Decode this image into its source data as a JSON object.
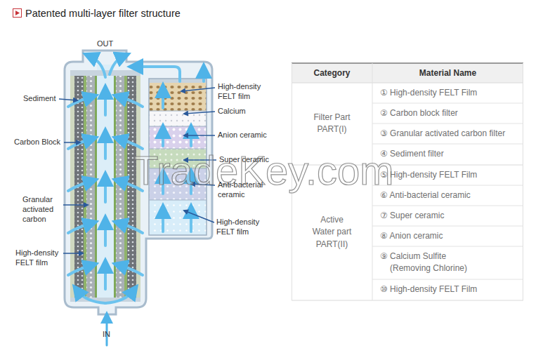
{
  "diagram": {
    "title": "Patented multi-layer filter structure",
    "labels": [
      "OUT",
      "Sediment",
      "Carbon Block",
      "Granular activated carbon",
      "High-density FELT film",
      "High-density FELT film",
      "Calcium",
      "Anion ceramic",
      "Super ceramic",
      "Anti-bacterial ceramic",
      "High-density FELT film",
      "IN",
      "Category",
      "Material Name",
      "Filter Part PART(I)",
      "① High-density FELT Film",
      "② Carbon block filter",
      "③ Granular activated carbon filter",
      "④ Sediment filter",
      "Active Water part PART(II)",
      "⑤ High-density FELT Film",
      "⑥ Anti-bacterial ceramic",
      "⑦ Super ceramic",
      "⑧ Anion ceramic",
      "⑨ Calcium Sulfite (Removing Chlorine)",
      "⑩ High-density FELT Film",
      "TradeKey.com"
    ]
  }
}
